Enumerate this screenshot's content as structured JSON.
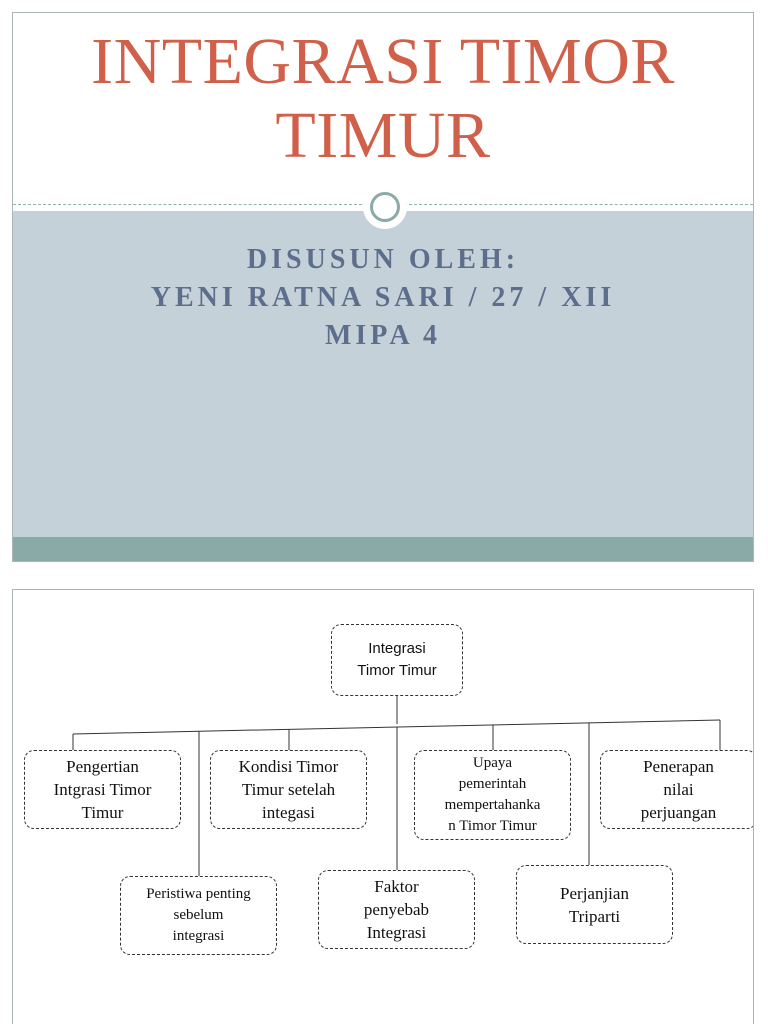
{
  "slide1": {
    "title": "INTEGRASI TIMOR TIMUR",
    "subtitle_lines": [
      "DISUSUN OLEH:",
      "YENI RATNA SARI / 27 / XII",
      "MIPA 4"
    ],
    "colors": {
      "title": "#d0604a",
      "subtitle": "#5d6e8c",
      "subtitle_bg": "#c5d1d8",
      "band": "#8aaaa8"
    }
  },
  "slide2": {
    "root": "Integrasi\nTimor Timur",
    "children": [
      "Pengertian\nIntgrasi Timor\nTimur",
      "Peristiwa penting\nsebelum\nintegrasi",
      "Kondisi Timor\nTimur setelah\nintegasi",
      "Faktor\npenyebab\nIntegrasi",
      "Upaya\npemerintah\nmempertahanka\nn Timor Timur",
      "Perjanjian\nTriparti",
      "Penerapan\nnilai\nperjuangan"
    ]
  }
}
